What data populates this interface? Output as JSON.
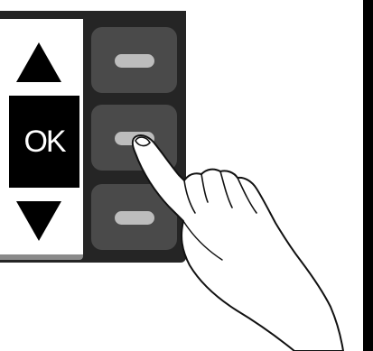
{
  "screen": {
    "ok_label": "OK",
    "up_icon": "triangle-up-icon",
    "down_icon": "triangle-down-icon"
  },
  "hardware_buttons": [
    {
      "name": "top-hardware-button",
      "state": "idle"
    },
    {
      "name": "middle-hardware-button",
      "state": "pressed"
    },
    {
      "name": "bottom-hardware-button",
      "state": "idle"
    }
  ],
  "colors": {
    "device_body": "#252525",
    "button_face": "#4a4a4a",
    "button_bar": "#bdbdbd",
    "screen_bg": "#ffffff",
    "ok_bg": "#000000",
    "skin": "#ffffff"
  },
  "illustration": {
    "hand": "pointing-hand-icon"
  }
}
